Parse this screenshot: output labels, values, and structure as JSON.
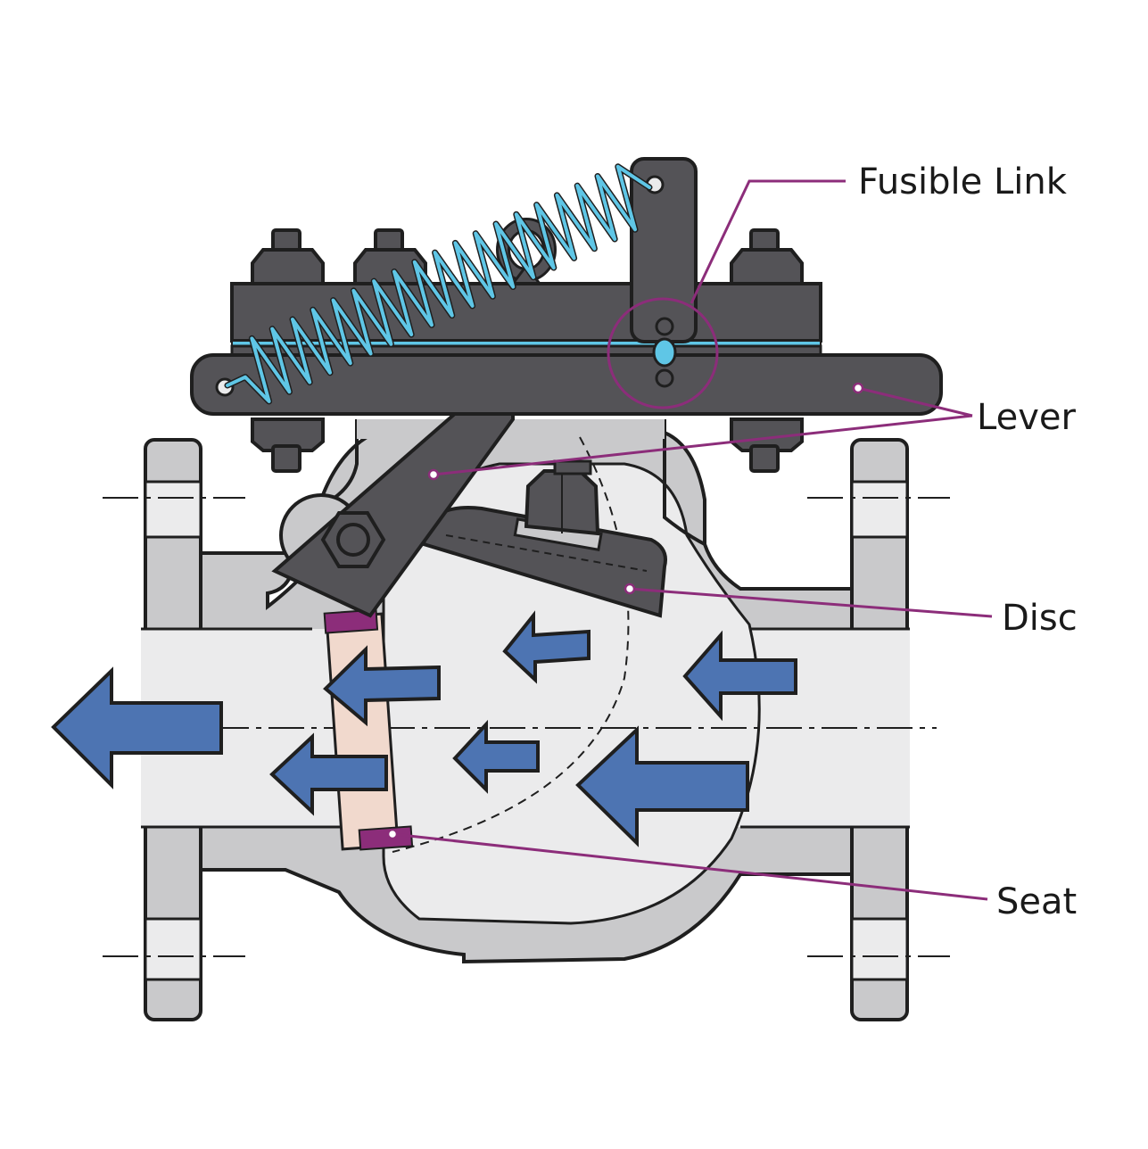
{
  "labels": {
    "fusible_link": "Fusible Link",
    "lever": "Lever",
    "disc": "Disc",
    "seat": "Seat"
  },
  "colors": {
    "metal_dark": "#545357",
    "metal_outline": "#1f1f1f",
    "body_fill": "#c9c9cb",
    "interior": "#ebebec",
    "spring": "#5fc6e6",
    "flow_arrow": "#4d74b2",
    "callout": "#8c2d7a",
    "seat_ring": "#8c2d7a",
    "seat_face": "#f1d9cd"
  },
  "icons": {
    "spring": "coil-spring-icon",
    "flow": "flow-arrow-icon",
    "nut": "hex-nut-icon"
  }
}
